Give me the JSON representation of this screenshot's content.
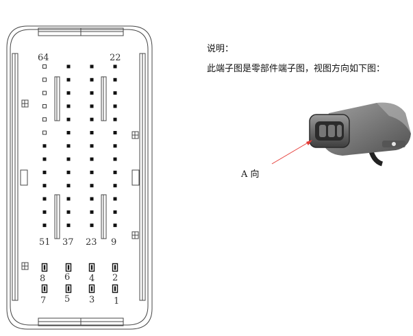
{
  "description": {
    "heading": "说明：",
    "text": "此端子图是零部件端子图，视图方向如下图："
  },
  "direction_label": "A 向",
  "connector": {
    "top_labels": {
      "left": "64",
      "right": "22"
    },
    "row_labels": [
      "51",
      "37",
      "23",
      "9"
    ],
    "bottom_upper_labels": [
      "8",
      "6",
      "4",
      "2"
    ],
    "bottom_lower_labels": [
      "7",
      "5",
      "3",
      "1"
    ]
  },
  "colors": {
    "outline": "#333333",
    "arrow": "#e53935",
    "photo_body": "#6e6e6e"
  }
}
